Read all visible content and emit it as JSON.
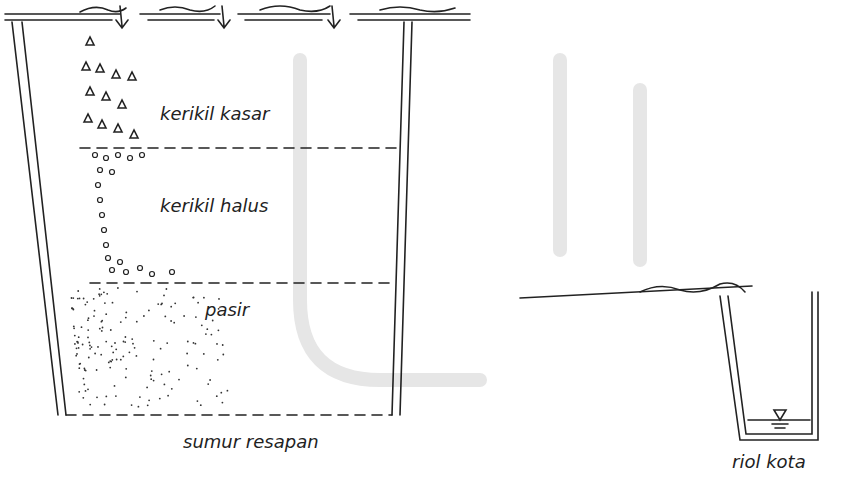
{
  "diagram": {
    "labels": [
      "kerikil kasar",
      "kerikil halus",
      "pasir",
      "sumur resapan",
      "riol kota"
    ]
  }
}
